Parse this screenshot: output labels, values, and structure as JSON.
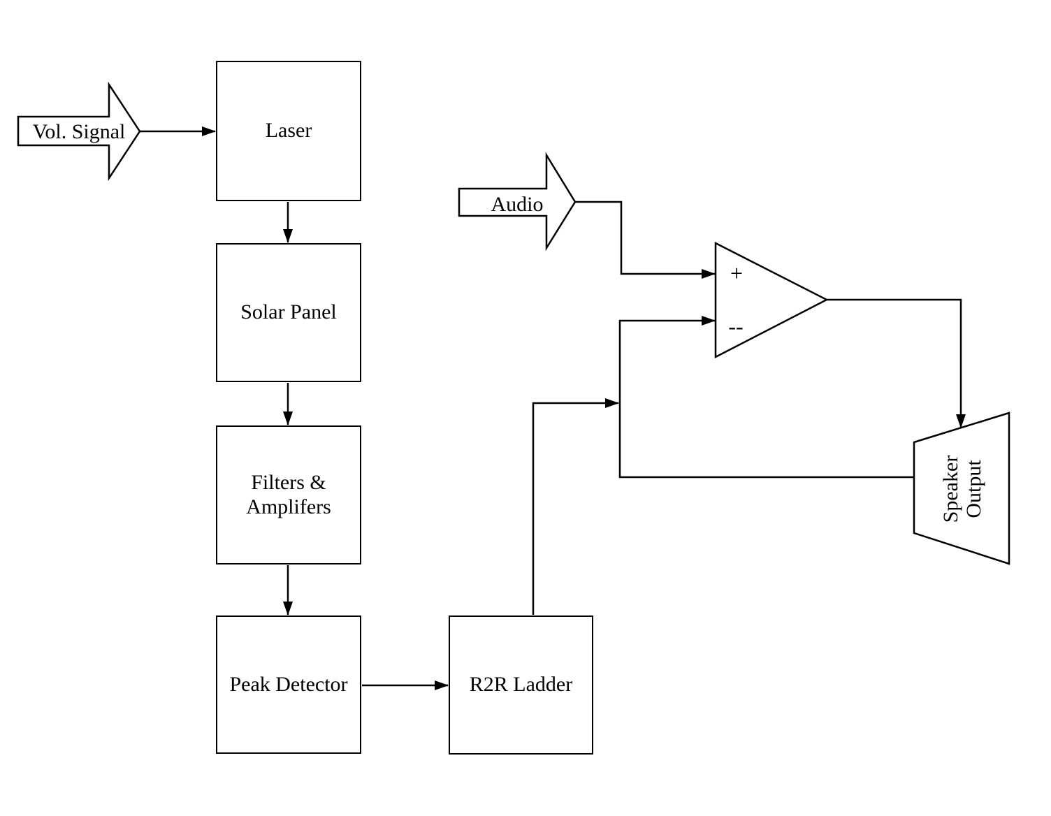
{
  "canvas": {
    "background_color": "#ffffff",
    "line_color": "#000000"
  },
  "blocks": {
    "laser": {
      "label": "Laser"
    },
    "solar_panel": {
      "label": "Solar Panel"
    },
    "filters_amplifiers": {
      "label": "Filters &\nAmplifers"
    },
    "peak_detector": {
      "label": "Peak Detector"
    },
    "r2r_ladder": {
      "label": "R2R Ladder"
    }
  },
  "input_arrows": {
    "vol_signal": {
      "label": "Vol. Signal"
    },
    "audio": {
      "label": "Audio"
    }
  },
  "opamp": {
    "plus_label": "+",
    "minus_label": "--"
  },
  "speaker": {
    "label": "Speaker\nOutput"
  }
}
